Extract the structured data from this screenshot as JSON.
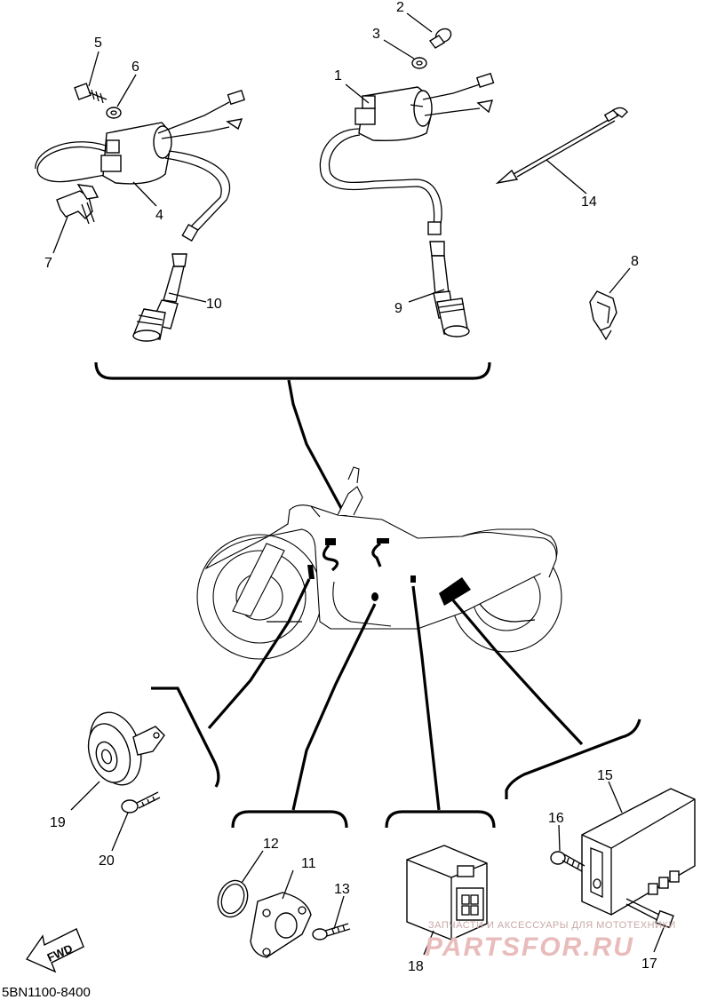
{
  "diagram_code": "5BN1100-8400",
  "fwd_label": "FWD",
  "watermark": {
    "top": "ЗАПЧАСТИ И АКСЕССУАРЫ ДЛЯ МОТОТЕХНИКИ",
    "brand": "PARTSFOR.RU"
  },
  "callouts": {
    "c1": "1",
    "c2": "2",
    "c3": "3",
    "c4": "4",
    "c5": "5",
    "c6": "6",
    "c7": "7",
    "c8": "8",
    "c9": "9",
    "c10": "10",
    "c11": "11",
    "c12": "12",
    "c13": "13",
    "c14": "14",
    "c15": "15",
    "c16": "16",
    "c17": "17",
    "c18": "18",
    "c19": "19",
    "c20": "20"
  }
}
